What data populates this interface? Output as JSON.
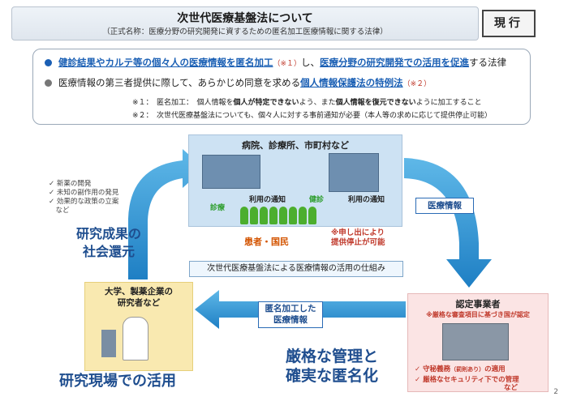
{
  "header": {
    "title": "次世代医療基盤法について",
    "subtitle": "（正式名称：医療分野の研究開発に資するための匿名加工医療情報に関する法律）",
    "badge": "現行"
  },
  "summary": {
    "b1_p1": "健診結果やカルテ等の個々人の医療情報を匿名加工",
    "b1_ref1": "（※１）",
    "b1_p2": "し、",
    "b1_p3": "医療分野の研究開発での活用を促進",
    "b1_p4": "する法律",
    "b2_p1": "医療情報の第三者提供に際して、あらかじめ同意を求める",
    "b2_p2": "個人情報保護法の特例法",
    "b2_ref": "（※２）",
    "n1_p1": "※１：　匿名加工：　個人情報を",
    "n1_p2": "個人が特定できない",
    "n1_p3": "よう、また",
    "n1_p4": "個人情報を復元できない",
    "n1_p5": "ように加工すること",
    "n2": "※２：　次世代医療基盤法についても、個々人に対する事前通知が必要（本人等の求めに応じて提供停止可能）"
  },
  "flow": {
    "hospital_title": "病院、診療所、市町村など",
    "shinryo": "診療",
    "notice1": "利用の通知",
    "kenshin": "健診",
    "notice2": "利用の通知",
    "patients": "患者・国民",
    "stop_note1": "※申し出により",
    "stop_note2": "提供停止が可能",
    "iryo_joho": "医療情報",
    "mechanism": "次世代医療基盤法による医療情報の活用の仕組み",
    "certified_title": "認定事業者",
    "certified_sub": "※厳格な審査項目に基づき国が認定",
    "duty1_p1": "✓ ",
    "duty1_p2": "守秘義務",
    "duty1_p3": "（罰則あり）",
    "duty1_p4": "の適用",
    "duty2": "✓ 厳格なセキュリティ下での管理",
    "duty2_tail": "など",
    "anon_label1": "匿名加工した",
    "anon_label2": "医療情報",
    "strict1": "厳格な管理と",
    "strict2": "確実な匿名化",
    "univ_title1": "大学、製薬企業の",
    "univ_title2": "研究者など",
    "research_use": "研究現場での活用",
    "return1": "研究成果の",
    "return2": "社会還元",
    "outcomes": [
      "✓ 新薬の開発",
      "✓ 未知の副作用の発見",
      "✓ 効果的な政策の立案",
      "　など"
    ]
  },
  "page": "2",
  "colors": {
    "accent_blue": "#1a5fb4",
    "arrow_blue": "#1e9bd7",
    "red": "#c0392b",
    "green": "#2e9e2e"
  }
}
